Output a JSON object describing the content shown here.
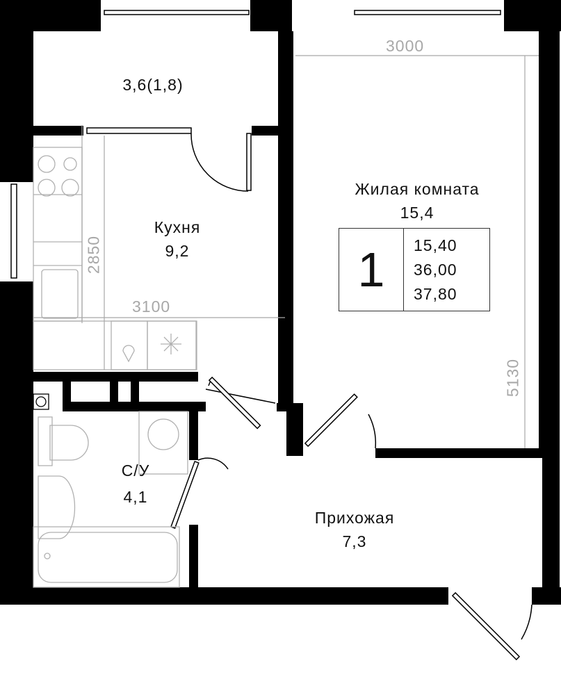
{
  "rooms": {
    "balcony": {
      "area": "3,6(1,8)"
    },
    "kitchen": {
      "name": "Кухня",
      "area": "9,2"
    },
    "living": {
      "name": "Жилая комната",
      "area": "15,4"
    },
    "bathroom": {
      "name": "С/У",
      "area": "4,1"
    },
    "hallway": {
      "name": "Прихожая",
      "area": "7,3"
    }
  },
  "dimensions": {
    "living_width": "3000",
    "living_length": "5130",
    "kitchen_width": "3100",
    "kitchen_length": "2850"
  },
  "summary": {
    "rooms_count": "1",
    "living_area": "15,40",
    "total_area": "36,00",
    "total_with_balcony": "37,80"
  },
  "colors": {
    "wall": "#000000",
    "dimension": "#a8a8a8",
    "fixture": "#b0b0b0"
  }
}
